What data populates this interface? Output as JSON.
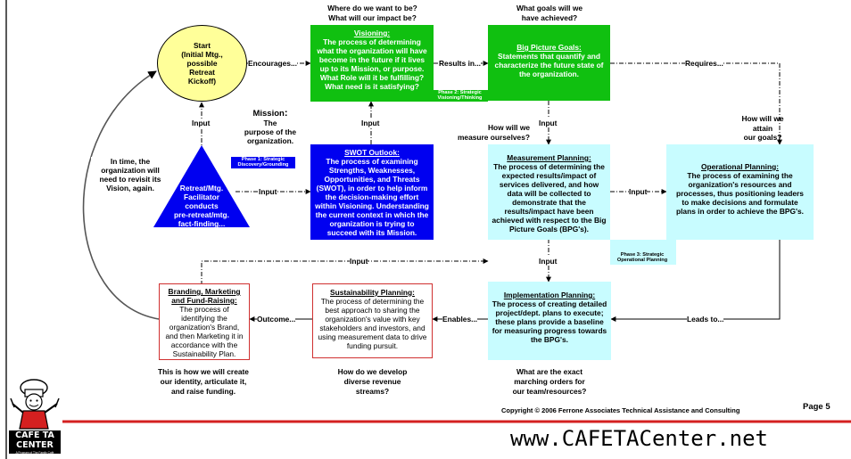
{
  "colors": {
    "vision_green": "#10c010",
    "swot_blue": "#0000f0",
    "measure_cyan": "#c8fcff",
    "start_yellow": "#ffff99",
    "red_border": "#d03030",
    "footer_red": "#d42020",
    "arrow_black": "#000000",
    "ring_gray": "#555555"
  },
  "header": {
    "q_vision": "Where do we want to be?\nWhat will our impact be?",
    "q_goals": "What goals will we\nhave achieved?"
  },
  "start": {
    "text": "Start\n(Initial Mtg.,\npossible\nRetreat\nKickoff)"
  },
  "visioning": {
    "title": "Visioning:",
    "body": "The process of determining what the organization will have become in the future if it lives up to its Mission, or purpose.  What Role will it be fulfilling?  What need is it satisfying?"
  },
  "big_picture": {
    "title": "Big Picture Goals:",
    "body": "Statements that quantify and characterize the future state of the organization."
  },
  "phase2": "Phase 2: Strategic\nVisioning/Thinking",
  "phase1": "Phase 1: Strategic\nDiscovery/Grounding",
  "phase3": "Phase 3: Strategic\nOperational Planning",
  "mission": {
    "head": "Mission",
    "colon": ":",
    "body": "The\npurpose of the\norganization."
  },
  "swot": {
    "title": "SWOT Outlook:",
    "body": "The process of examining Strengths, Weaknesses, Opportunities, and Threats (SWOT), in order to help inform the decision-making effort within Visioning.  Understanding the current context in which the organization is trying to succeed with its Mission."
  },
  "retreat": {
    "text": "Retreat/Mtg.\nFacilitator\nconducts\npre-retreat/mtg.\nfact-finding..."
  },
  "revisit": "In time, the\norganization will\nneed to revisit its\nVision, again.",
  "measurement": {
    "title": "Measurement Planning:",
    "body": "The process of determining the expected results/impact of services delivered, and how data will be collected to demonstrate that the results/impact have been achieved with respect to the Big Picture Goals (BPG's)."
  },
  "operational": {
    "title": "Operational Planning:",
    "body": "The process of examining the organization's resources and processes, thus positioning leaders to make decisions and formulate plans in order to achieve the BPG's."
  },
  "implementation": {
    "title": "Implementation Planning:",
    "body": "The process of creating detailed project/dept. plans to execute; these plans provide a baseline for measuring progress towards the BPG's."
  },
  "sustainability": {
    "title": "Sustainability Planning:",
    "body": "The process of determining the best approach to sharing the organization's value with key stakeholders and investors, and using measurement data to drive funding pursuit."
  },
  "branding": {
    "title": "Branding, Marketing and Fund-Raising:",
    "body": "The process of identifying the organization's Brand, and then Marketing it in accordance with the Sustainability Plan."
  },
  "labels": {
    "encourages": "Encourages...",
    "results_in": "Results in...",
    "requires": "Requires...",
    "input": "Input",
    "input_dash": "Input",
    "input_long": "Input",
    "leads_to": "Leads to...",
    "enables": "Enables...",
    "outcome": "Outcome..."
  },
  "questions": {
    "measure": "How will we\nmeasure ourselves?",
    "attain": "How will we\nattain\nour goals?",
    "marching": "What are the exact\nmarching orders for\nour team/resources?",
    "revenue": "How do we develop\ndiverse revenue\nstreams?",
    "identity": "This is how we will create\nour identity, articulate it,\nand raise funding."
  },
  "footer": {
    "copyright": "Copyright © 2006 Ferrone Associates Technical Assistance and Consulting",
    "page": "Page 5",
    "url": "www.CAFETACenter.net",
    "logo_text": "CAFE TA\nCENTER",
    "logo_tagline": "A Program of The Family Café"
  }
}
